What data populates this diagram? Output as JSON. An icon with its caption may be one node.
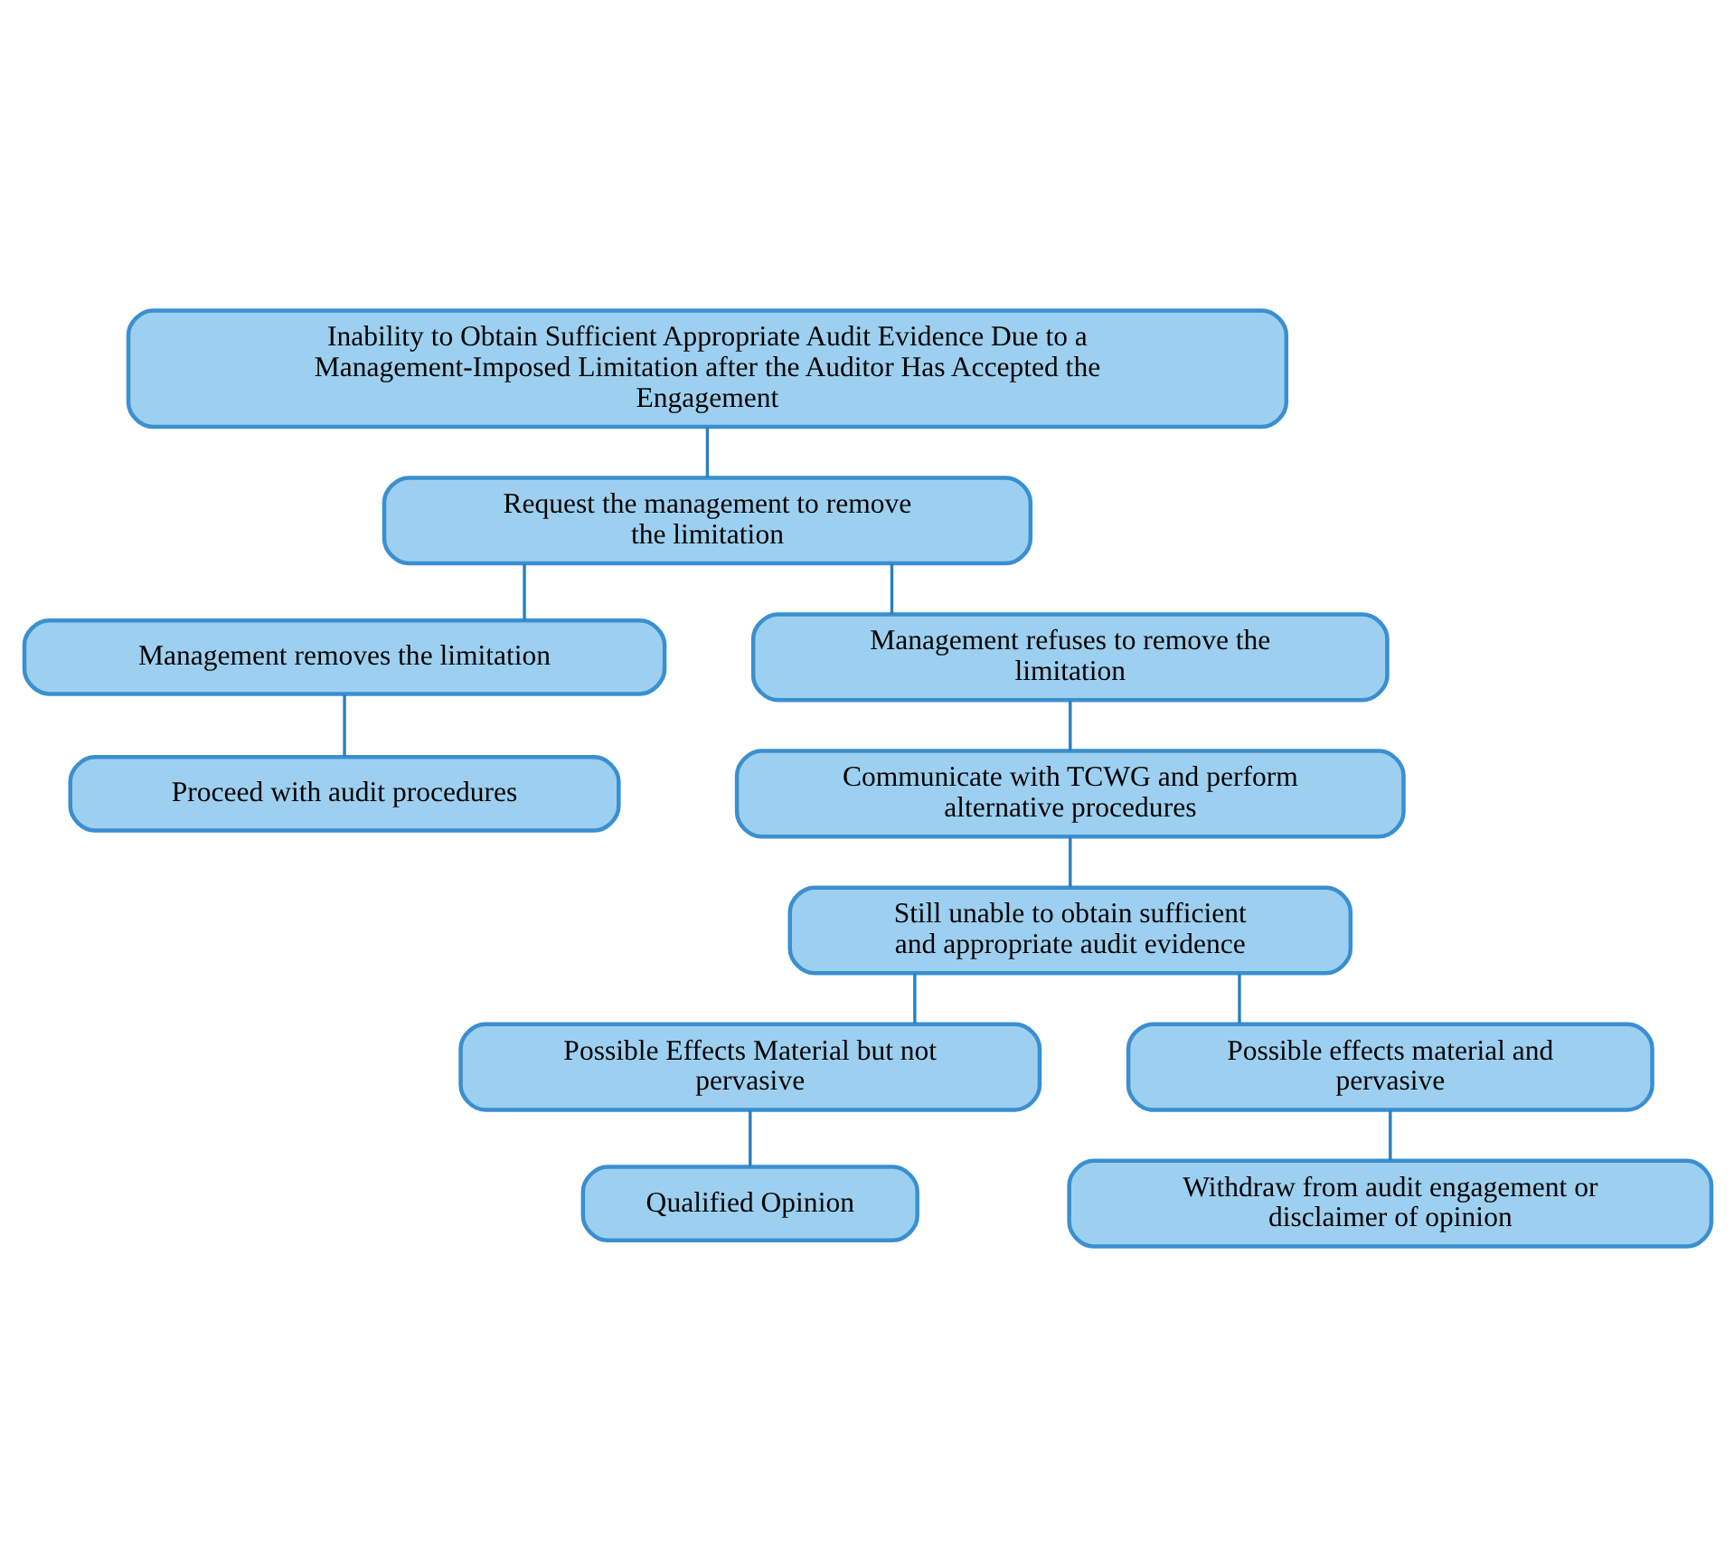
{
  "diagram": {
    "nodes": [
      {
        "text": [
          "Inability to Obtain Sufficient Appropriate Audit Evidence Due to a Management-Imposed Limitation after the Auditor Has Accepted the Engagement"
        ]
      },
      {
        "text": [
          "Request the management to remove the limitation"
        ]
      },
      {
        "text": [
          "Management removes the limitation"
        ]
      },
      {
        "text": [
          "Management refuses to remove the limitation"
        ]
      },
      {
        "text": [
          "Proceed with audit procedures"
        ]
      },
      {
        "text": [
          "Communicate with TCWG and perform alternative procedures"
        ]
      },
      {
        "text": [
          "Still unable to obtain sufficient and appropriate audit evidence"
        ]
      },
      {
        "text": [
          "Possible Effects Material but not pervasive"
        ]
      },
      {
        "text": [
          "Possible effects material and pervasive"
        ]
      },
      {
        "text": [
          "Qualified Opinion"
        ]
      },
      {
        "text": [
          "Withdraw from audit engagement or disclaimer of opinion"
        ]
      }
    ],
    "edges": [
      {
        "from": 0,
        "to": 1,
        "arrow": "none"
      },
      {
        "from": 1,
        "to": 2,
        "arrow": "none"
      },
      {
        "from": 1,
        "to": 3,
        "arrow": "none"
      },
      {
        "from": 2,
        "to": 4,
        "arrow": "none"
      },
      {
        "from": 3,
        "to": 5,
        "arrow": "none"
      },
      {
        "from": 5,
        "to": 6,
        "arrow": "none"
      },
      {
        "from": 6,
        "to": 7,
        "arrow": "none"
      },
      {
        "from": 6,
        "to": 8,
        "arrow": "none"
      },
      {
        "from": 7,
        "to": 9,
        "arrow": "none"
      },
      {
        "from": 8,
        "to": 10,
        "arrow": "none"
      }
    ]
  }
}
